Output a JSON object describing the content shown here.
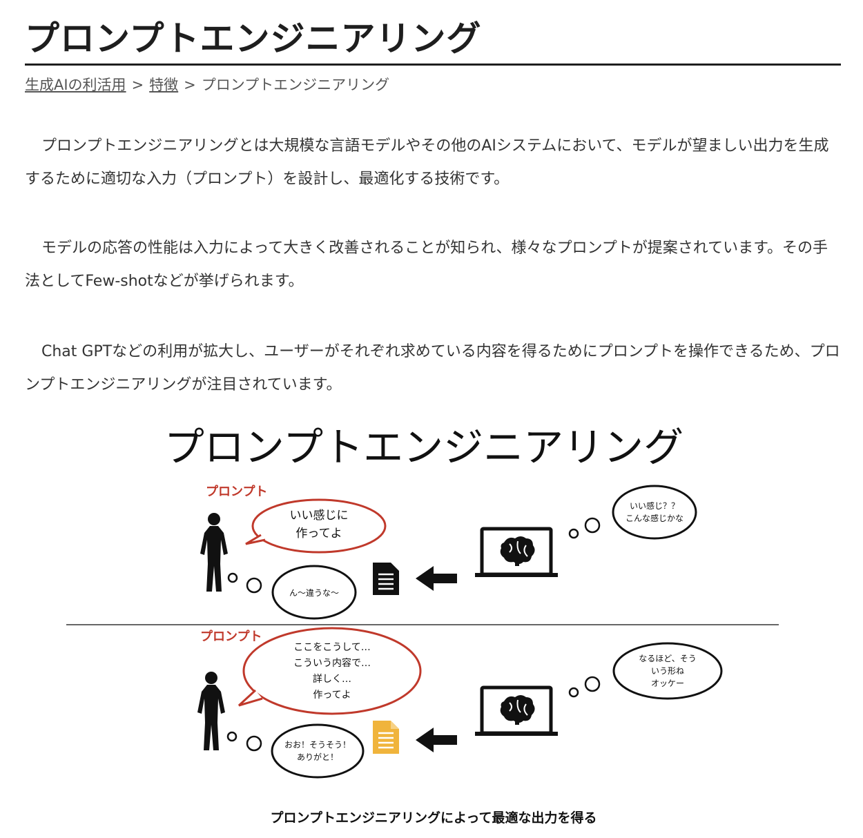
{
  "article": {
    "title": "プロンプトエンジニアリング",
    "breadcrumb": [
      {
        "label": "生成AIの利活用",
        "link": true
      },
      {
        "label": "特徴",
        "link": true
      },
      {
        "label": "プロンプトエンジニアリング",
        "link": false
      }
    ],
    "breadcrumb_separator": ">",
    "paragraphs": [
      "プロンプトエンジニアリングとは大規模な言語モデルやその他のAIシステムにおいて、モデルが望ましい出力を生成するために適切な入力（プロンプト）を設計し、最適化する技術です。",
      "モデルの応答の性能は入力によって大きく改善されることが知られ、様々なプロンプトが提案されています。その手法としてFew-shotなどが挙げられます。",
      "Chat GPTなどの利用が拡大し、ユーザーがそれぞれ求めている内容を得るためにプロンプトを操作できるため、プロンプトエンジニアリングが注目されています。"
    ]
  },
  "figure": {
    "heading": "プロンプトエンジニアリング",
    "caption": "プロンプトエンジニアリングによって最適な出力を得る",
    "colors": {
      "prompt_label": "#c0392b",
      "doc_top": "#111111",
      "doc_bottom": "#f0b43c"
    },
    "top": {
      "prompt_label": "プロンプト",
      "prompt_lines": [
        "いい感じに",
        "作ってよ"
      ],
      "ai_thought_lines": [
        "いい感じ？？",
        "こんな感じかな"
      ],
      "user_reaction": "ん〜違うな〜"
    },
    "bottom": {
      "prompt_label": "プロンプト",
      "prompt_lines": [
        "ここをこうして…",
        "こういう内容で…",
        "詳しく…",
        "作ってよ"
      ],
      "ai_thought_lines": [
        "なるほど、そう",
        "いう形ね",
        "オッケー"
      ],
      "user_reaction_lines": [
        "おお！そうそう！",
        "ありがと！"
      ]
    }
  }
}
